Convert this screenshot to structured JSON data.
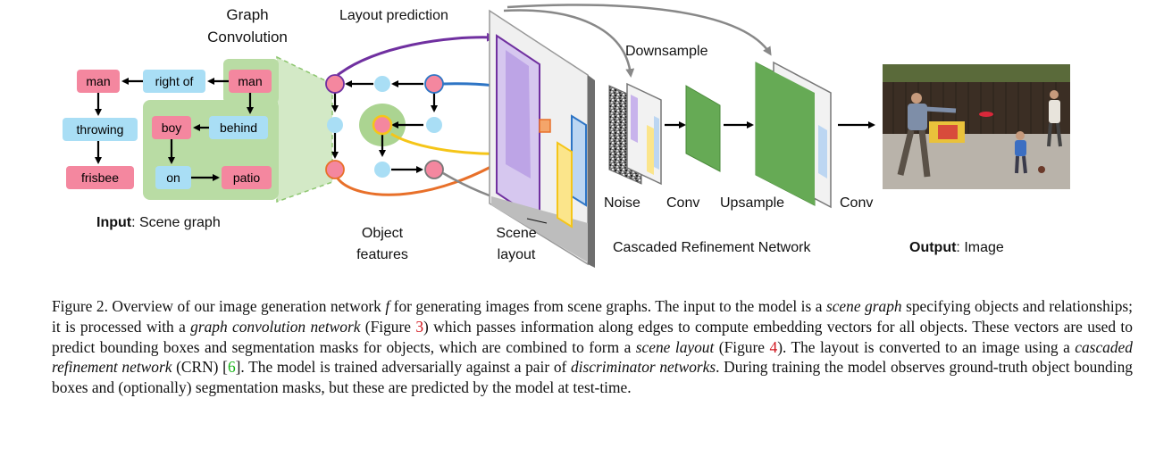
{
  "graph": {
    "title_line1": "Graph",
    "title_line2": "Convolution",
    "nodes": [
      "man",
      "right of",
      "man",
      "throwing",
      "boy",
      "behind",
      "frisbee",
      "on",
      "patio"
    ],
    "input_bold": "Input",
    "input_rest": ": Scene graph"
  },
  "labels": {
    "layout_prediction": "Layout prediction",
    "downsample": "Downsample",
    "object_features_1": "Object",
    "object_features_2": "features",
    "scene_layout_1": "Scene",
    "scene_layout_2": "layout",
    "noise": "Noise",
    "conv1": "Conv",
    "upsample": "Upsample",
    "conv2": "Conv",
    "crn": "Cascaded Refinement Network",
    "output_bold": "Output",
    "output_rest": ": Image"
  },
  "caption": {
    "p1": "Figure 2.  Overview of our image generation network ",
    "f": "f",
    "p2": " for generating images from scene graphs. The input to the model is a ",
    "i1": "scene graph",
    "p3": " specifying objects and relationships; it is processed with a ",
    "i2": "graph convolution network",
    "p4": " (Figure ",
    "ref3": "3",
    "p5": ") which passes information along edges to compute embedding vectors for all objects. These vectors are used to predict bounding boxes and segmentation masks for objects, which are combined to form a ",
    "i3": "scene layout",
    "p6": " (Figure ",
    "ref4": "4",
    "p7": "). The layout is converted to an image using a ",
    "i4": "cascaded refinement network",
    "p8": " (CRN) [",
    "ref6": "6",
    "p9": "]. The model is trained adversarially against a pair of ",
    "i5": "discriminator networks",
    "p10": ". During training the model observes ground-truth object bounding boxes and (optionally) segmentation masks, but these are predicted by the model at test-time."
  },
  "colors": {
    "object_node": "#f4879f",
    "relation_node": "#a9def5",
    "graph_bg": "#b9dca4",
    "conv_green": "#66aa55",
    "purple": "#7030a0",
    "blue": "#2e75c5",
    "yellow": "#f5c518",
    "orange": "#e8702a",
    "gray": "#8c8c8c",
    "ref_red": "#d0141c",
    "ref_green": "#16b316"
  }
}
